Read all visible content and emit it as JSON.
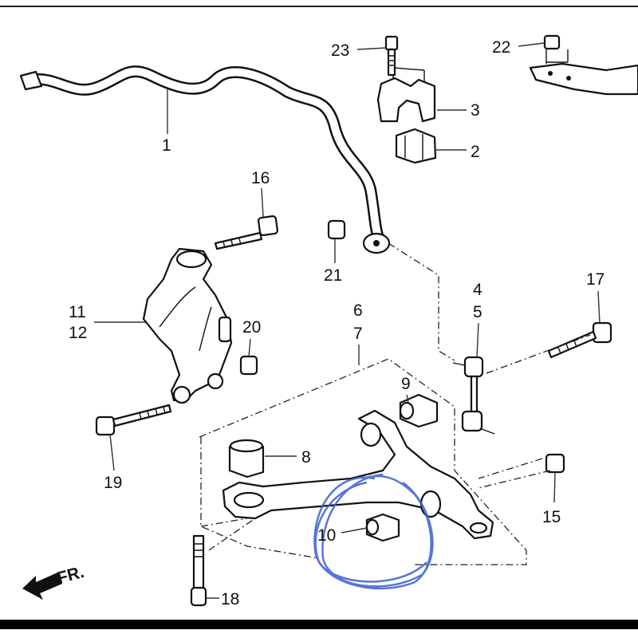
{
  "diagram": {
    "callouts": {
      "p1": "1",
      "p2": "2",
      "p3": "3",
      "p4": "4",
      "p5": "5",
      "p6": "6",
      "p7": "7",
      "p8": "8",
      "p9": "9",
      "p10": "10",
      "p11": "11",
      "p12": "12",
      "p15": "15",
      "p16": "16",
      "p17": "17",
      "p18": "18",
      "p19": "19",
      "p20": "20",
      "p21": "21",
      "p22": "22",
      "p23": "23"
    },
    "front_arrow_label": "FR.",
    "highlight_color": "#3a5fd0"
  }
}
